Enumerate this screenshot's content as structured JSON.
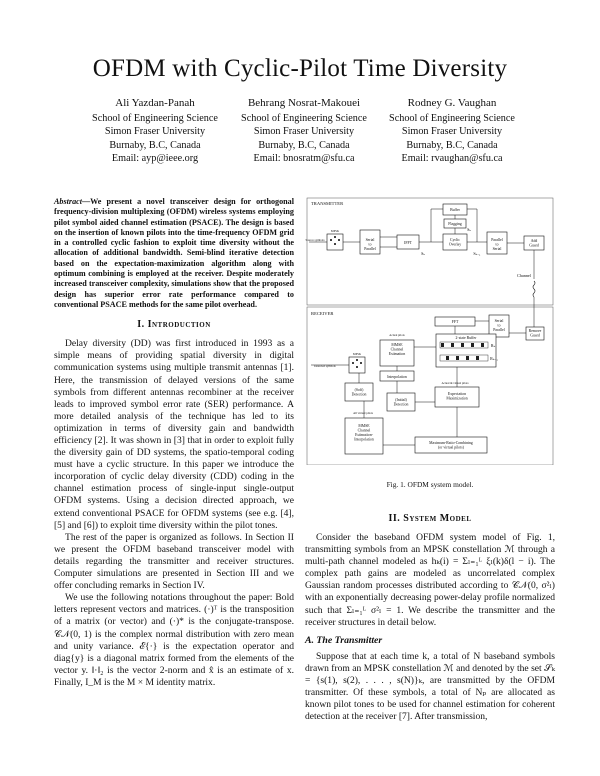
{
  "paper": {
    "title": "OFDM with Cyclic-Pilot Time Diversity",
    "authors": [
      {
        "name": "Ali Yazdan-Panah",
        "school": "School of Engineering Science",
        "univ": "Simon Fraser University",
        "city": "Burnaby, B.C, Canada",
        "email": "Email: ayp@ieee.org"
      },
      {
        "name": "Behrang Nosrat-Makouei",
        "school": "School of Engineering Science",
        "univ": "Simon Fraser University",
        "city": "Burnaby, B.C, Canada",
        "email": "Email: bnosratm@sfu.ca"
      },
      {
        "name": "Rodney G. Vaughan",
        "school": "School of Engineering Science",
        "univ": "Simon Fraser University",
        "city": "Burnaby, B.C, Canada",
        "email": "Email: rvaughan@sfu.ca"
      }
    ],
    "abstract_label": "Abstract",
    "abstract_text": "—We present a novel transceiver design for orthogonal frequency-division multiplexing (OFDM) wireless systems employing pilot symbol aided channel estimation (PSACE). The design is based on the insertion of known pilots into the time-frequency OFDM grid in a controlled cyclic fashion to exploit time diversity without the allocation of additional bandwidth. Semi-blind iterative detection based on the expectation-maximization algorithm along with optimum combining is employed at the receiver. Despite moderately increased transceiver complexity, simulations show that the proposed design has superior error rate performance compared to conventional PSACE methods for the same pilot overhead.",
    "sec1_heading": "I. Introduction",
    "sec1_p1": "Delay diversity (DD) was first introduced in 1993 as a simple means of providing spatial diversity in digital communication systems using multiple transmit antennas [1]. Here, the transmission of delayed versions of the same symbols from different antennas recombiner at the receiver leads to improved symbol error rate (SER) performance. A more detailed analysis of the technique has led to its optimization in terms of diversity gain and bandwidth efficiency [2]. It was shown in [3] that in order to exploit fully the diversity gain of DD systems, the spatio-temporal coding must have a cyclic structure. In this paper we introduce the incorporation of cyclic delay diversity (CDD) coding in the channel estimation process of single-input single-output OFDM systems. Using a decision directed approach, we extend conventional PSACE for OFDM systems (see e.g. [4], [5] and [6]) to exploit time diversity within the pilot tones.",
    "sec1_p2": "The rest of the paper is organized as follows. In Section II we present the OFDM baseband transceiver model with details regarding the transmitter and receiver structures. Computer simulations are presented in Section III and we offer concluding remarks in Section IV.",
    "sec1_p3": "We use the following notations throughout the paper: Bold letters represent vectors and matrices. (·)ᵀ is the transposition of a matrix (or vector) and (·)* is the conjugate-transpose. 𝒞𝒩(0, 1) is the complex normal distribution with zero mean and unity variance. ℰ{·} is the expectation operator and diag{y} is a diagonal matrix formed from the elements of the vector y. ‖·‖₂ is the vector 2-norm and x̂ is an estimate of x. Finally, I_M is the M × M identity matrix.",
    "fig_caption": "Fig. 1.   OFDM system model.",
    "sec2_heading": "II. System Model",
    "sec2_p1": "Consider the baseband OFDM system model of Fig. 1, transmitting symbols from an MPSK constellation ℳ through a multi-path channel modeled as hₖ(i) = Σₗ₌₁ᴸ ξₗ(k)δ(l − i). The complex path gains are modeled as uncorrelated complex Gaussian random processes distributed according to 𝒞𝒩(0, σ²ₗ) with an exponentially decreasing power-delay profile normalized such that Σₗ₌₁ᴸ σ²ₗ = 1. We describe the transmitter and the receiver structures in detail below.",
    "sub_a": "A. The Transmitter",
    "sec2_p2": "Suppose that at each time k, a total of N baseband symbols drawn from an MPSK constellation ℳ and denoted by the set 𝒮ₖ = {s(1), s(2), . . . , s(N)}ₖ, are transmitted by the OFDM transmitter. Of these symbols, a total of Nₚ are allocated as known pilot tones to be used for channel estimation for coherent detection at the receiver [7]. After transmission,"
  },
  "figure": {
    "transmitter_label": "TRANSMITTER",
    "receiver_label": "RECEIVER",
    "channel_label": "Channel",
    "tx_blocks": {
      "mpsk_source": "MPSK",
      "s2p": "Serial to Parallel",
      "ifft": "IFFT",
      "buffer": "Buffer",
      "flagging": "Flagging",
      "cyclic_overlay": "Cyclic Overlay",
      "p2s": "Parallel to Serial",
      "add_guard": "Add Guard",
      "source_label": "Source symbols",
      "sk": "Sₖ",
      "sk1": "Sₖ₋₁"
    },
    "rx_blocks": {
      "remove_guard": "Remove Guard",
      "s2p": "Serial to Parallel",
      "fft": "FFT",
      "two_state_buffer": "2-state Buffer",
      "rk": "Rₖ",
      "rk1": "Rₖ₋₁",
      "mmse1": "MMSE Channel Estimation",
      "interpolation": "Interpolation",
      "soft_detection": "(Soft) Detection",
      "initial_detection": "(Initial) Detection",
      "expectation_max": "Expectation Maximization",
      "mmse2": "MMSE Channel Estimation Interpolation",
      "mrc": "Maximum-Ratio-Combining (or virtual pilots)",
      "mpsk_sink": "MPSK",
      "output_label": "Detected symbols",
      "label_pilots": "Actual pilots",
      "label_virtual": "Actual & virtual pilots",
      "label_all": "All virtual pilots"
    }
  },
  "colors": {
    "ink": "#111111",
    "block_fill": "#ffffff",
    "frame": "#666666",
    "dark_cell": "#222222"
  }
}
